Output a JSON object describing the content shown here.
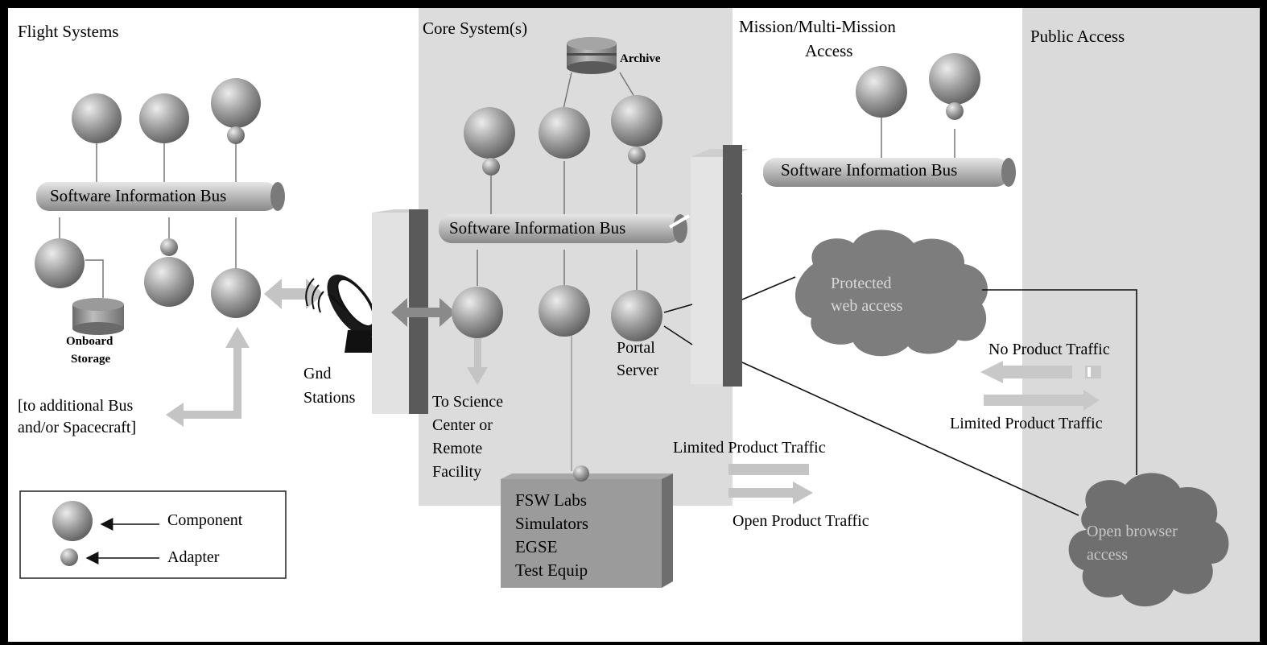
{
  "regions": {
    "flight": "Flight Systems",
    "core": "Core System(s)",
    "mission_line1": "Mission/Multi-Mission",
    "mission_line2": "Access",
    "public": "Public Access"
  },
  "labels": {
    "archive": "Archive",
    "bus_flight": "Software Information Bus",
    "bus_core": "Software Information Bus",
    "bus_mission": "Software Information Bus",
    "onboard_line1": "Onboard",
    "onboard_line2": "Storage",
    "additional_line1": "[to additional Bus",
    "additional_line2": "and/or Spacecraft]",
    "gnd_line1": "Gnd",
    "gnd_line2": "Stations",
    "science_line1": "To Science",
    "science_line2": "Center or",
    "science_line3": "Remote",
    "science_line4": "Facility",
    "portal_line1": "Portal",
    "portal_line2": "Server",
    "fsw_line1": "FSW Labs",
    "fsw_line2": "Simulators",
    "fsw_line3": "EGSE",
    "fsw_line4": "Test Equip",
    "protected_line1": "Protected",
    "protected_line2": "web access",
    "open_line1": "Open browser",
    "open_line2": "access",
    "limited_traffic_center": "Limited Product Traffic",
    "open_traffic": "Open Product Traffic",
    "no_traffic": "No Product Traffic",
    "limited_traffic_right": "Limited Product Traffic"
  },
  "legend": {
    "component": "Component",
    "adapter": "Adapter"
  },
  "colors": {
    "panel_gray": "#dcdcdc",
    "sphere": "#8f8f8f",
    "cloud": "#7d7d7d",
    "arrow": "#c4c4c4"
  }
}
